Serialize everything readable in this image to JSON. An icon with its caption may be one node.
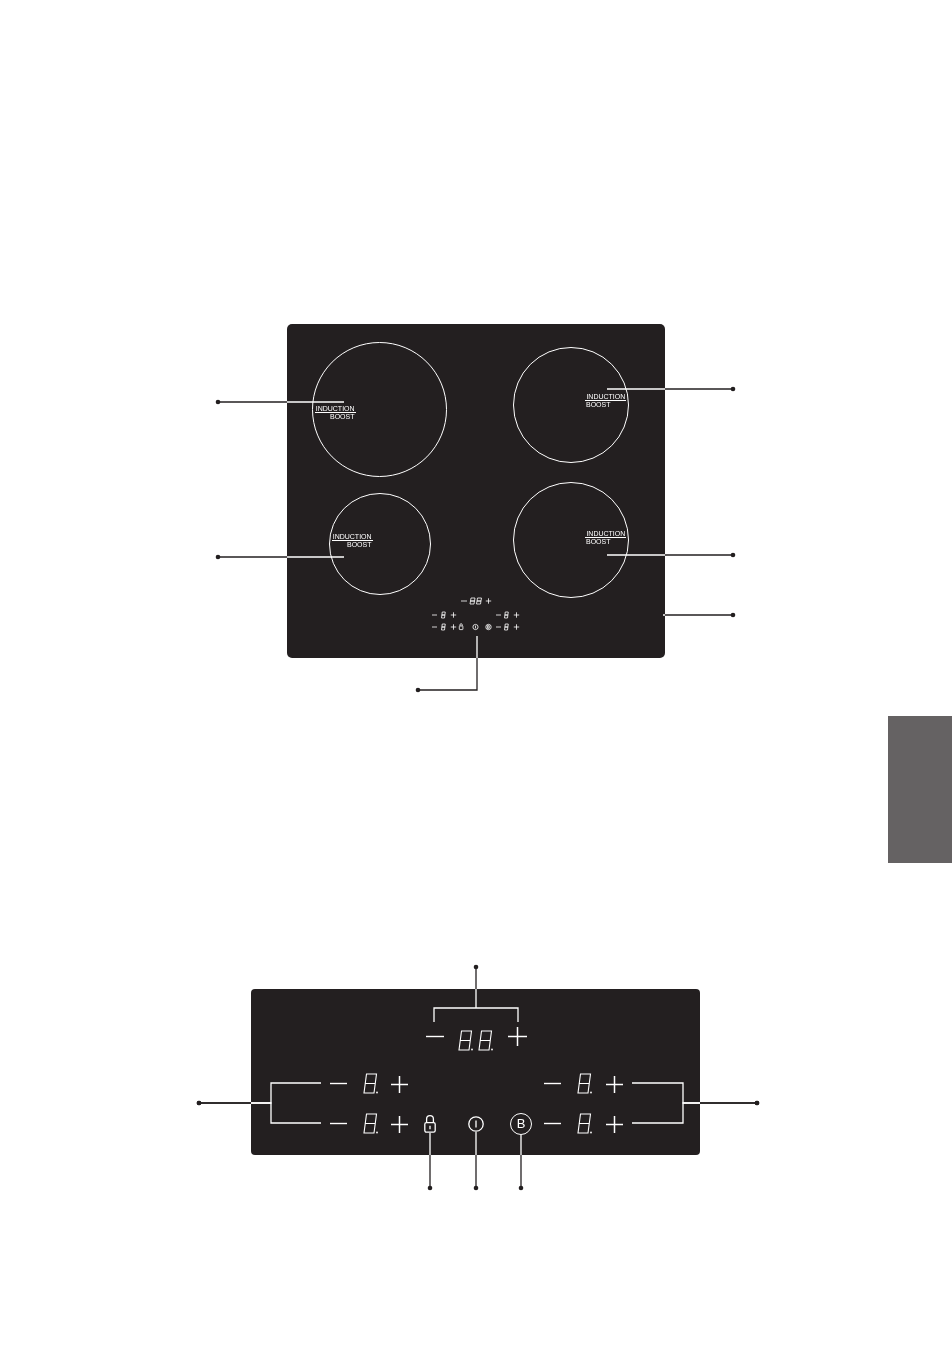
{
  "diagram": {
    "nodes": [
      {
        "text": [],
        "shape": "box"
      },
      {
        "text": [
          "INDUCTION",
          "BOOST"
        ],
        "in": 0
      },
      {
        "text": [
          "INDUCTION",
          "BOOST"
        ],
        "in": 0
      },
      {
        "text": [
          "INDUCTION",
          "BOOST"
        ],
        "in": 0
      },
      {
        "text": [
          "INDUCTION",
          "BOOST"
        ],
        "in": 0
      },
      {
        "text": [],
        "shape": "picture",
        "in": 0
      },
      {
        "text": [],
        "shape": "box"
      },
      {
        "text": [],
        "shape": "picture",
        "in": 6
      },
      {
        "text": [],
        "shape": "picture",
        "in": 6
      },
      {
        "text": [],
        "shape": "picture",
        "in": 6
      },
      {
        "text": [],
        "shape": "picture",
        "in": 6
      },
      {
        "text": [],
        "shape": "picture",
        "in": 6
      },
      {
        "text": [],
        "shape": "circle",
        "in": 6
      },
      {
        "text": [
          "B"
        ],
        "in": 6
      },
      {
        "text": [],
        "shape": "picture",
        "in": 6
      }
    ],
    "edges": [
      {
        "from": null,
        "to": 1,
        "arrow": "other"
      },
      {
        "from": null,
        "to": 2,
        "arrow": "other"
      },
      {
        "from": null,
        "to": 3,
        "arrow": "other"
      },
      {
        "from": null,
        "to": 4,
        "arrow": "other"
      },
      {
        "from": null,
        "to": 0,
        "arrow": "other"
      },
      {
        "from": null,
        "to": 5,
        "arrow": "other"
      },
      {
        "from": null,
        "to": 7,
        "arrow": "other"
      },
      {
        "from": null,
        "to": 8,
        "arrow": "other"
      },
      {
        "from": null,
        "to": 10,
        "arrow": "other"
      },
      {
        "from": null,
        "to": 9,
        "arrow": "other"
      },
      {
        "from": null,
        "to": 14,
        "arrow": "other"
      },
      {
        "from": null,
        "to": 11,
        "arrow": "other"
      },
      {
        "from": null,
        "to": 12,
        "arrow": "other"
      },
      {
        "from": null,
        "to": 13,
        "arrow": "other"
      }
    ]
  }
}
